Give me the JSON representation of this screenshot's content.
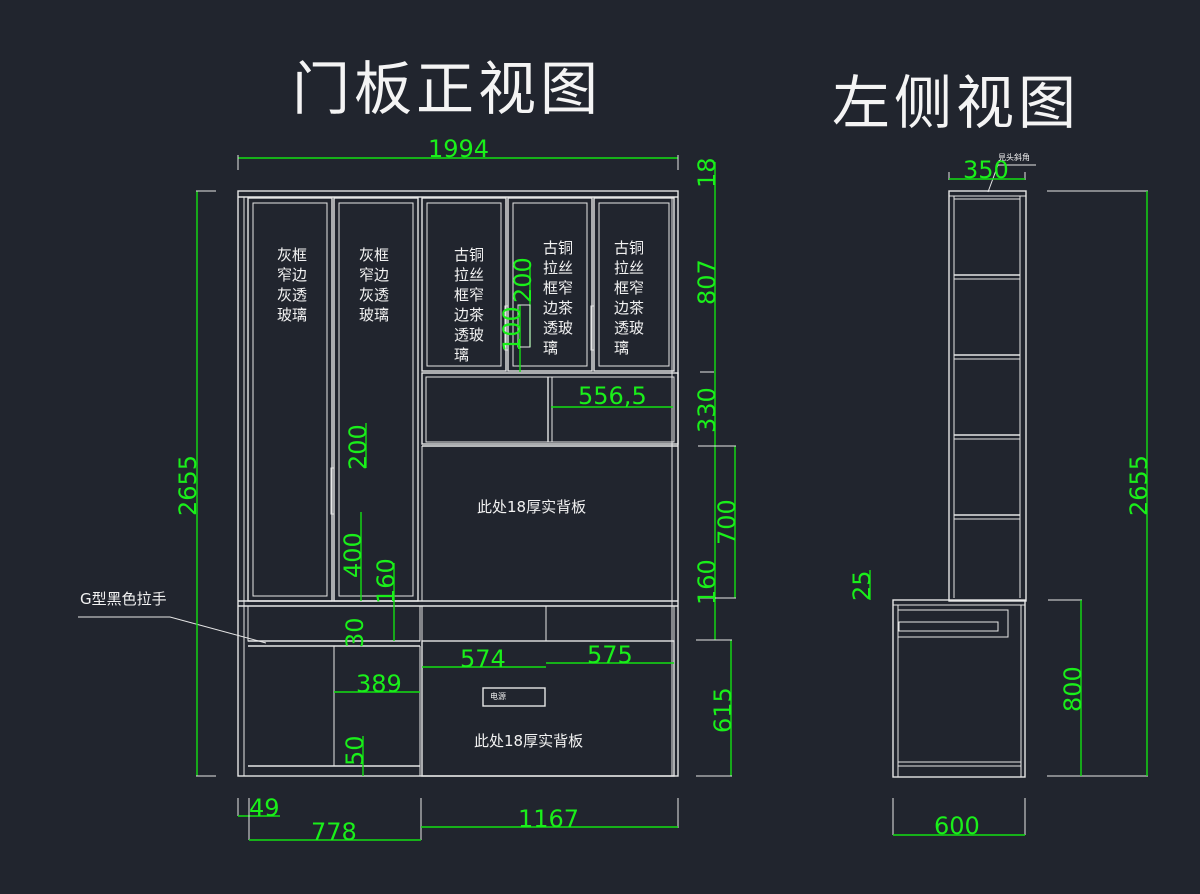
{
  "titles": {
    "front_view": "门板正视图",
    "side_view": "左侧视图"
  },
  "colors": {
    "background": "#21252e",
    "line": "#e6e6e6",
    "dimension": "#1aef1a"
  },
  "door_notes": [
    [
      "灰框",
      "窄边",
      "灰透",
      "玻璃"
    ],
    [
      "灰框",
      "窄边",
      "灰透",
      "玻璃"
    ],
    [
      "古铜",
      "拉丝",
      "框窄",
      "边茶",
      "透玻",
      "璃"
    ],
    [
      "古铜",
      "拉丝",
      "框窄",
      "边茶",
      "透玻",
      "璃"
    ],
    [
      "古铜",
      "拉丝",
      "框窄",
      "边茶",
      "透玻",
      "璃"
    ]
  ],
  "labels": {
    "back_panel_upper": "此处18厚实背板",
    "back_panel_lower": "此处18厚实背板",
    "handle_callout": "G型黑色拉手",
    "power_box": "电源",
    "side_callout": "見头斜角"
  },
  "front_dimensions": {
    "total_width": "1994",
    "total_height": "2655",
    "top_thickness": "18",
    "glass_door_height": "807",
    "open_niche_height": "330",
    "tv_back_height": "700",
    "gap_height_right": "160",
    "base_cabinet_height": "615",
    "niche_width": "556,5",
    "handle_100": "100",
    "handle_200_top": "200",
    "handle_200_mid": "200",
    "handle_offset_400": "400",
    "drawer_160": "160",
    "drawer_30": "30",
    "inner_389": "389",
    "plinth_50": "50",
    "bottom_574": "574",
    "bottom_575": "575",
    "side_49": "49",
    "left_width_778": "778",
    "right_width_1167": "1167"
  },
  "side_dimensions": {
    "top_depth": "350",
    "total_height": "2655",
    "offset_25": "25",
    "base_height": "800",
    "base_depth": "600"
  }
}
